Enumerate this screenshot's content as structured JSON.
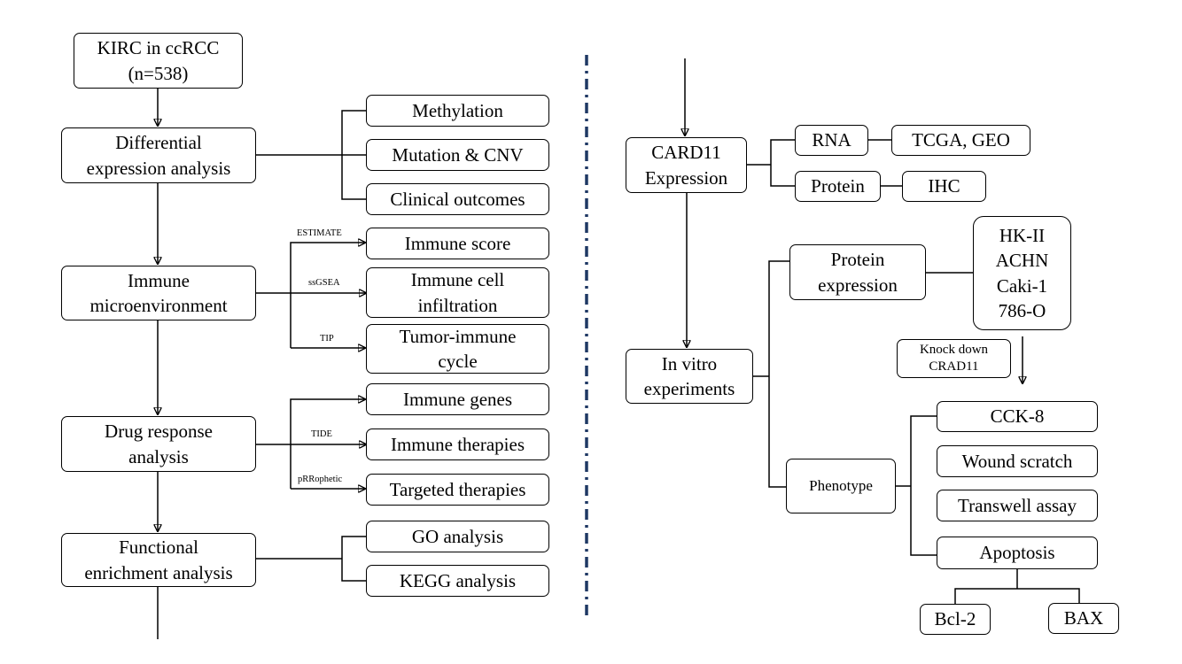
{
  "left": {
    "main": [
      {
        "id": "kirc",
        "text": "KIRC in ccRCC\n(n=538)"
      },
      {
        "id": "dea",
        "text": "Differential\nexpression analysis"
      },
      {
        "id": "imm",
        "text": "Immune\nmicroenvironment"
      },
      {
        "id": "drug",
        "text": "Drug response\nanalysis"
      },
      {
        "id": "func",
        "text": "Functional\nenrichment analysis"
      }
    ],
    "dea_branches": [
      "Methylation",
      "Mutation & CNV",
      "Clinical outcomes"
    ],
    "immune_branches": [
      {
        "tool": "ESTIMATE",
        "text": "Immune score"
      },
      {
        "tool": "ssGSEA",
        "text": "Immune cell\ninfiltration"
      },
      {
        "tool": "TIP",
        "text": "Tumor-immune\ncycle"
      }
    ],
    "drug_branches": [
      {
        "tool": "",
        "text": "Immune genes"
      },
      {
        "tool": "TIDE",
        "text": "Immune therapies"
      },
      {
        "tool": "pRRophetic",
        "text": "Targeted therapies"
      }
    ],
    "func_branches": [
      "GO analysis",
      "KEGG analysis"
    ]
  },
  "right": {
    "card11": "CARD11\nExpression",
    "rna": "RNA",
    "rna_sources": "TCGA, GEO",
    "protein": "Protein",
    "ihc": "IHC",
    "invitro": "In vitro\nexperiments",
    "protein_expression": "Protein\nexpression",
    "cell_lines": "HK-II\nACHN\nCaki-1\n786-O",
    "knockdown": "Knock down\nCRAD11",
    "phenotype": "Phenotype",
    "assays": [
      "CCK-8",
      "Wound scratch",
      "Transwell assay",
      "Apoptosis"
    ],
    "apoptosis_markers": [
      "Bcl-2",
      "BAX"
    ]
  },
  "colors": {
    "divider": "#1f3864",
    "line": "#000000"
  }
}
